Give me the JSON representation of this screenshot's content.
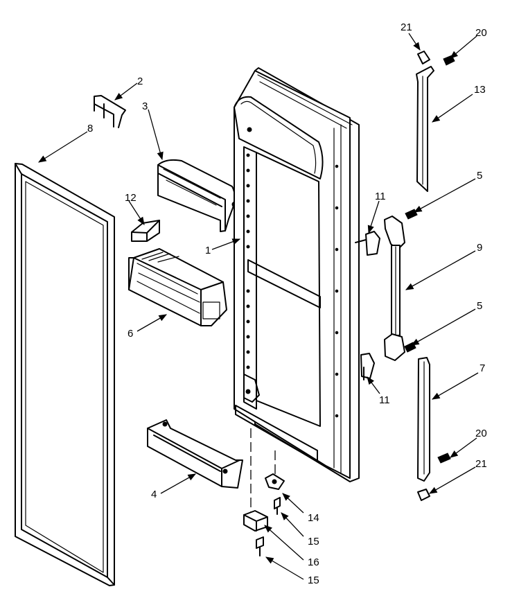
{
  "callouts": [
    {
      "id": "c1",
      "text": "1"
    },
    {
      "id": "c2",
      "text": "2"
    },
    {
      "id": "c3",
      "text": "3"
    },
    {
      "id": "c4",
      "text": "4"
    },
    {
      "id": "c5a",
      "text": "5"
    },
    {
      "id": "c5b",
      "text": "5"
    },
    {
      "id": "c6",
      "text": "6"
    },
    {
      "id": "c7",
      "text": "7"
    },
    {
      "id": "c8",
      "text": "8"
    },
    {
      "id": "c9",
      "text": "9"
    },
    {
      "id": "c11a",
      "text": "11"
    },
    {
      "id": "c11b",
      "text": "11"
    },
    {
      "id": "c12",
      "text": "12"
    },
    {
      "id": "c13",
      "text": "13"
    },
    {
      "id": "c14",
      "text": "14"
    },
    {
      "id": "c15a",
      "text": "15"
    },
    {
      "id": "c15b",
      "text": "15"
    },
    {
      "id": "c16",
      "text": "16"
    },
    {
      "id": "c20a",
      "text": "20"
    },
    {
      "id": "c20b",
      "text": "20"
    },
    {
      "id": "c21a",
      "text": "21"
    },
    {
      "id": "c21b",
      "text": "21"
    }
  ]
}
